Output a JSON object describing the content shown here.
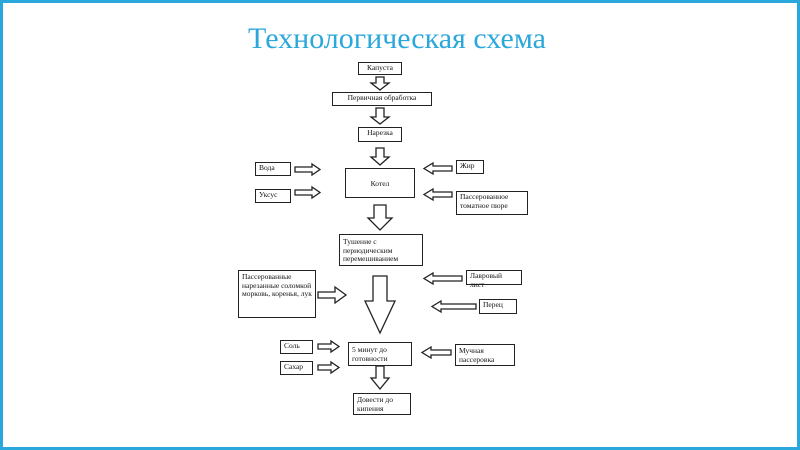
{
  "slide": {
    "title": "Технологическая схема"
  },
  "nodes": {
    "cabbage": "Капуста",
    "primary": "Первичная обработка",
    "cutting": "Нарезка",
    "water": "Вода",
    "vinegar": "Уксус",
    "boiler": "Котел",
    "fat": "Жир",
    "tomato": "Пассерованное томатное пюре",
    "stewing": "Тушение с периодическим перемешиванием",
    "vegetables": "Пассерованные нарезанные соломкой морковь, коренья, лук",
    "bay": "Лавровый лист",
    "pepper": "Перец",
    "salt": "Соль",
    "sugar": "Сахар",
    "five_min": "5 минут до готовности",
    "flour": "Мучная пассеровка",
    "boil": "Довести до кипения"
  },
  "colors": {
    "accent": "#2aa7db",
    "border": "#222222"
  }
}
